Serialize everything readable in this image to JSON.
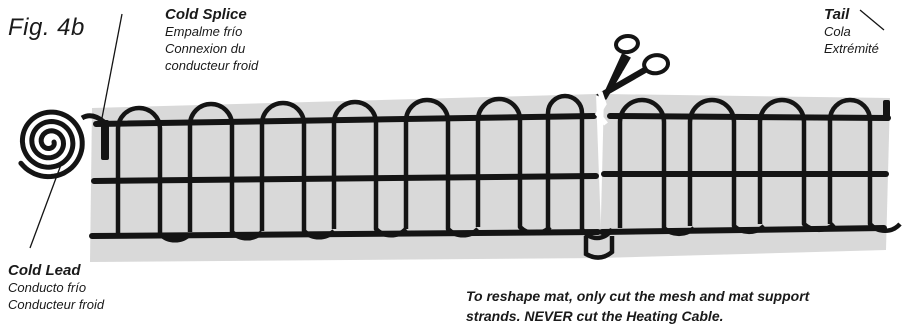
{
  "figure_label": "Fig. 4b",
  "callouts": {
    "cold_splice": {
      "title": "Cold Splice",
      "lines": [
        "Empalme frío",
        "Connexion du",
        "conducteur froid"
      ]
    },
    "tail": {
      "title": "Tail",
      "lines": [
        "Cola",
        "Extrémité"
      ]
    },
    "cold_lead": {
      "title": "Cold Lead",
      "lines": [
        "Conducto frío",
        "Conducteur froid"
      ]
    }
  },
  "instruction": {
    "line1": "To reshape mat, only cut the mesh and mat support",
    "line2": "strands. NEVER cut the Heating Cable."
  },
  "icons": {
    "coil": "coiled-cold-lead-icon",
    "scissors": "scissors-icon"
  },
  "colors": {
    "mat": "#d9d9d9",
    "cable": "#141414",
    "text": "#1a1a1a"
  }
}
